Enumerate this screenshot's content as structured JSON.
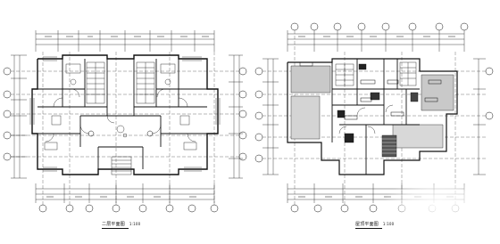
{
  "drawings": [
    {
      "id": "left-plan",
      "title": "二层平面图",
      "scale": "1:100"
    },
    {
      "id": "right-plan",
      "title": "屋顶平面图",
      "scale": "1:100"
    }
  ],
  "colors": {
    "line": "#111111",
    "background": "#ffffff"
  }
}
